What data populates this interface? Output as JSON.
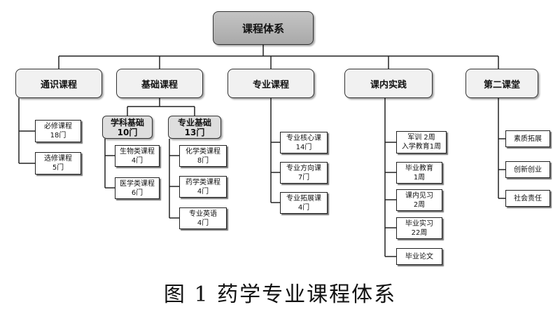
{
  "root": "课程体系",
  "categories": {
    "general": {
      "label": "通识课程",
      "courses": [
        {
          "line1": "必修课程",
          "line2": "18门"
        },
        {
          "line1": "选修课程",
          "line2": "5门"
        }
      ]
    },
    "foundation": {
      "label": "基础课程",
      "subject": {
        "label": "学科基础",
        "count": "10门",
        "courses": [
          {
            "line1": "生物类课程",
            "line2": "4门"
          },
          {
            "line1": "医学类课程",
            "line2": "6门"
          }
        ]
      },
      "major_basic": {
        "label": "专业基础",
        "count": "13门",
        "courses": [
          {
            "line1": "化学类课程",
            "line2": "8门"
          },
          {
            "line1": "药学类课程",
            "line2": "4门"
          },
          {
            "line1": "专业英语",
            "line2": "4门"
          }
        ]
      }
    },
    "major": {
      "label": "专业课程",
      "courses": [
        {
          "line1": "专业核心课",
          "line2": "14门"
        },
        {
          "line1": "专业方向课",
          "line2": "7门"
        },
        {
          "line1": "专业拓展课",
          "line2": "4门"
        }
      ]
    },
    "practice": {
      "label": "课内实践",
      "courses": [
        {
          "line1": "军训 2周",
          "line2": "入学教育1周"
        },
        {
          "line1": "毕业教育",
          "line2": "1周"
        },
        {
          "line1": "课内见习",
          "line2": "2周"
        },
        {
          "line1": "毕业实习",
          "line2": "22周"
        },
        {
          "line1": "毕业论文",
          "line2": ""
        }
      ]
    },
    "second": {
      "label": "第二课堂",
      "courses": [
        {
          "line1": "素质拓展",
          "line2": ""
        },
        {
          "line1": "创新创业",
          "line2": ""
        },
        {
          "line1": "社会责任",
          "line2": ""
        }
      ]
    }
  },
  "caption": "图 1   药学专业课程体系"
}
